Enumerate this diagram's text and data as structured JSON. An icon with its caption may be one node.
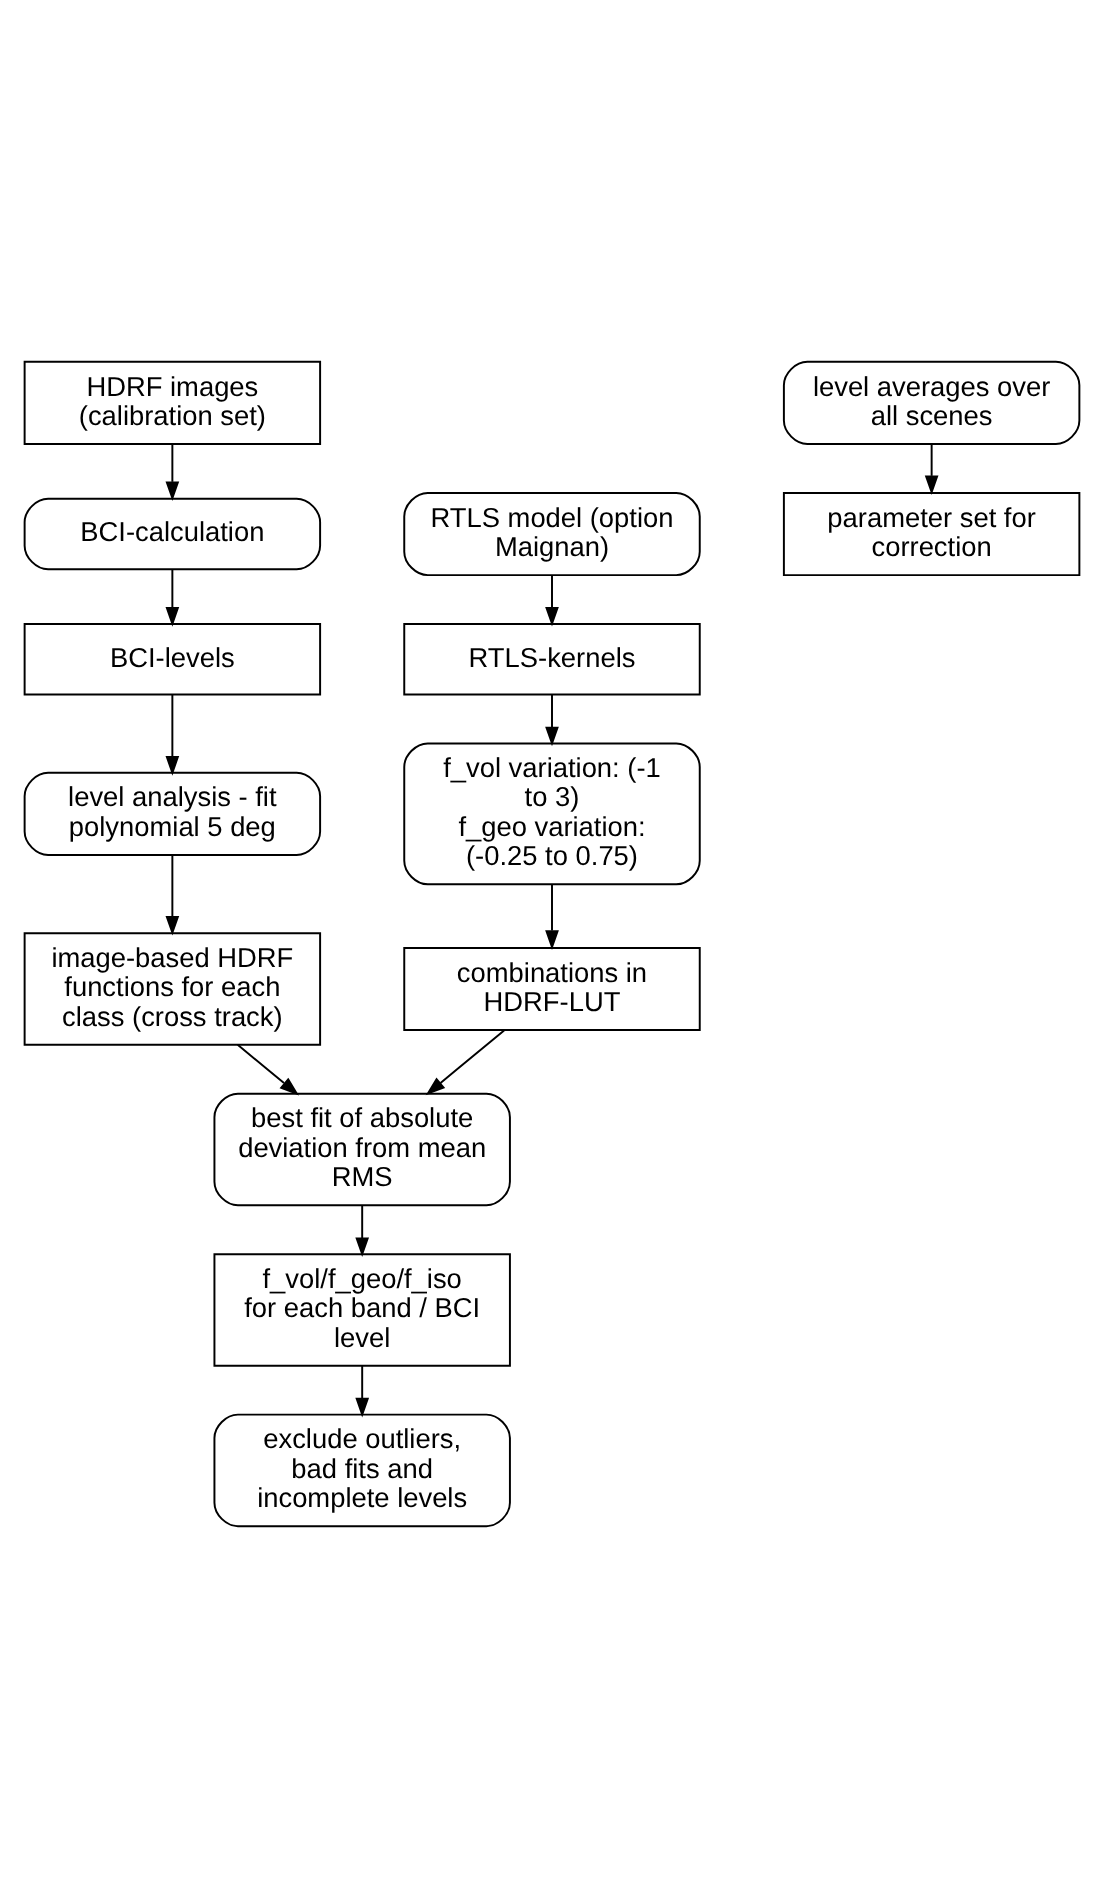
{
  "diagram": {
    "nodes": [
      {
        "text": [
          "HDRF images (calibration set)"
        ]
      },
      {
        "text": [
          "BCI-calculation"
        ]
      },
      {
        "text": [
          "BCI-levels"
        ]
      },
      {
        "text": [
          "level analysis - fit polynomial 5 deg"
        ]
      },
      {
        "text": [
          "image-based HDRF functions for each class (cross track)"
        ]
      },
      {
        "text": [
          "RTLS model (option Maignan)"
        ]
      },
      {
        "text": [
          "RTLS-kernels"
        ]
      },
      {
        "text": [
          "f_vol variation: (-1 to 3)",
          "f_geo variation: (-0.25 to 0.75)"
        ]
      },
      {
        "text": [
          "combinations in HDRF-LUT"
        ]
      },
      {
        "text": [
          "best fit of absolute deviation from mean RMS"
        ]
      },
      {
        "text": [
          "f_vol/f_geo/f_iso for each band / BCI level"
        ]
      },
      {
        "text": [
          "exclude outliers, bad fits and incomplete levels"
        ]
      },
      {
        "text": [
          "level averages over all scenes"
        ]
      },
      {
        "text": [
          "parameter set for correction"
        ]
      }
    ],
    "edges": [
      {
        "from": 0,
        "to": 1,
        "arrow": "to"
      },
      {
        "from": 1,
        "to": 2,
        "arrow": "to"
      },
      {
        "from": 2,
        "to": 3,
        "arrow": "to"
      },
      {
        "from": 3,
        "to": 4,
        "arrow": "to"
      },
      {
        "from": 5,
        "to": 6,
        "arrow": "to"
      },
      {
        "from": 6,
        "to": 7,
        "arrow": "to"
      },
      {
        "from": 7,
        "to": 8,
        "arrow": "to"
      },
      {
        "from": 4,
        "to": 9,
        "arrow": "to"
      },
      {
        "from": 8,
        "to": 9,
        "arrow": "to"
      },
      {
        "from": 9,
        "to": 10,
        "arrow": "to"
      },
      {
        "from": 10,
        "to": 11,
        "arrow": "to"
      },
      {
        "from": 12,
        "to": 13,
        "arrow": "to"
      }
    ]
  }
}
